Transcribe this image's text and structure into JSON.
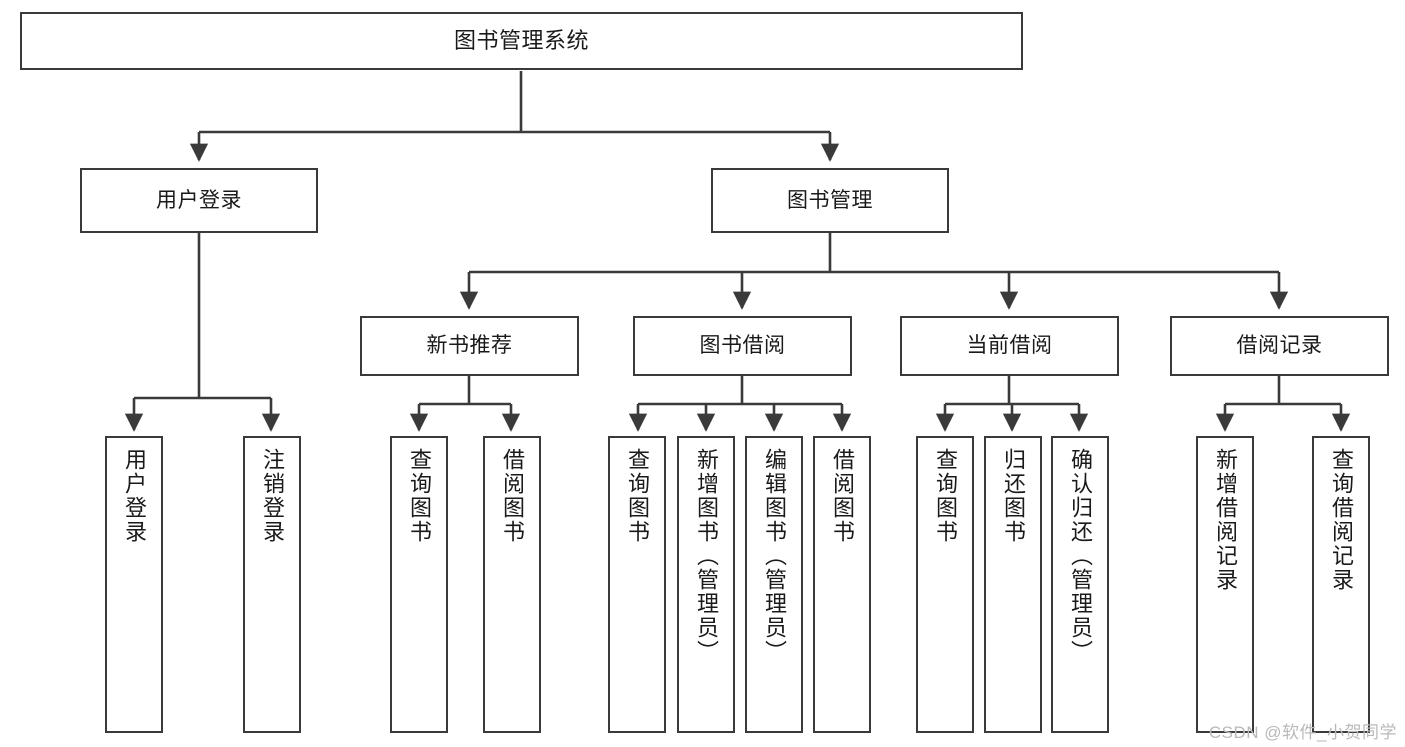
{
  "diagram": {
    "title": "图书管理系统",
    "type": "tree-hierarchy",
    "watermark": "CSDN @软件_小贺同学",
    "colors": {
      "box_border": "#3a3a3a",
      "box_fill": "#ffffff",
      "edge": "#3a3a3a",
      "text": "#1a1a1a",
      "watermark": "#b9b9b9"
    }
  },
  "nodes": {
    "root": {
      "label": "图书管理系统"
    },
    "level2": [
      {
        "label": "用户登录"
      },
      {
        "label": "图书管理"
      }
    ],
    "level3": [
      {
        "label": "新书推荐"
      },
      {
        "label": "图书借阅"
      },
      {
        "label": "当前借阅"
      },
      {
        "label": "借阅记录"
      }
    ],
    "leaves_user_login": [
      {
        "label": "用户登录"
      },
      {
        "label": "注销登录"
      }
    ],
    "leaves_new_book": [
      {
        "label": "查询图书"
      },
      {
        "label": "借阅图书"
      }
    ],
    "leaves_borrow": [
      {
        "label": "查询图书"
      },
      {
        "label": "新增图书（管理员）"
      },
      {
        "label": "编辑图书（管理员）"
      },
      {
        "label": "借阅图书"
      }
    ],
    "leaves_current": [
      {
        "label": "查询图书"
      },
      {
        "label": "归还图书"
      },
      {
        "label": "确认归还（管理员）"
      }
    ],
    "leaves_records": [
      {
        "label": "新增借阅记录"
      },
      {
        "label": "查询借阅记录"
      }
    ]
  }
}
